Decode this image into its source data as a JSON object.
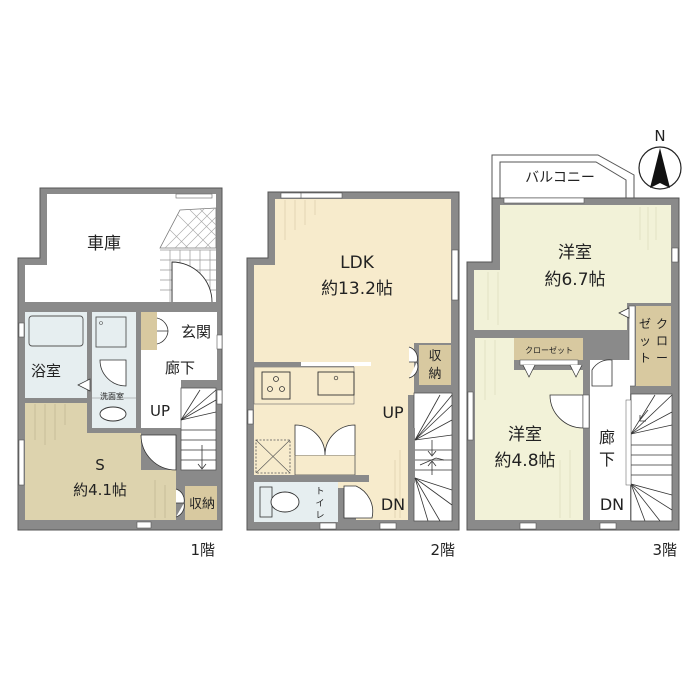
{
  "colors": {
    "wall": "#8a8a8a",
    "wall_edge": "#555555",
    "room_s": "#ddd3ae",
    "ldk": "#f7ebcc",
    "western_room": "#f2f2d8",
    "wet_area": "#e6eef0",
    "storage": "#d8c9a0",
    "white": "#ffffff"
  },
  "compass": {
    "label": "N"
  },
  "floor1": {
    "label": "1階",
    "garage": "車庫",
    "entrance": "玄関",
    "hallway": "廊下",
    "bathroom": "浴室",
    "washroom": "洗面室",
    "stairs_up": "UP",
    "room_s_name": "S",
    "room_s_size": "約4.1帖",
    "storage": "収納"
  },
  "floor2": {
    "label": "2階",
    "ldk_name": "LDK",
    "ldk_size": "約13.2帖",
    "storage_1": "収",
    "storage_2": "納",
    "stairs_up": "UP",
    "stairs_down": "DN",
    "toilet_1": "ト",
    "toilet_2": "イ",
    "toilet_3": "レ"
  },
  "floor3": {
    "label": "3階",
    "balcony": "バルコニー",
    "room1_name": "洋室",
    "room1_size": "約6.7帖",
    "closet_small": "クローゼット",
    "closet_col1a": "ク",
    "closet_col1b": "ロ",
    "closet_col1c": "ー",
    "closet_col2a": "ゼ",
    "closet_col2b": "ッ",
    "closet_col2c": "ト",
    "room2_name": "洋室",
    "room2_size": "約4.8帖",
    "hallway_1": "廊",
    "hallway_2": "下",
    "stairs_down": "DN"
  }
}
